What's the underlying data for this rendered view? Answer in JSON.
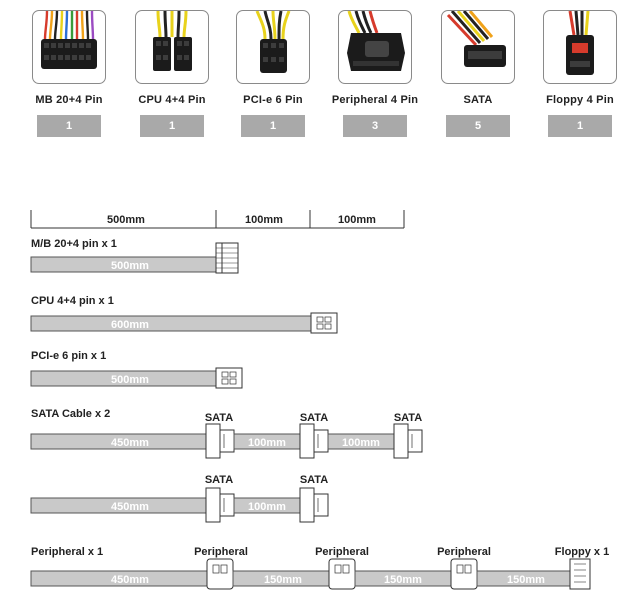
{
  "connectors": [
    {
      "label": "MB 20+4 Pin",
      "count": "1",
      "icon": "atx-24pin-connector-icon"
    },
    {
      "label": "CPU 4+4 Pin",
      "count": "1",
      "icon": "cpu-8pin-connector-icon"
    },
    {
      "label": "PCI-e 6 Pin",
      "count": "1",
      "icon": "pcie-6pin-connector-icon"
    },
    {
      "label": "Peripheral 4 Pin",
      "count": "3",
      "icon": "molex-4pin-connector-icon"
    },
    {
      "label": "SATA",
      "count": "5",
      "icon": "sata-connector-icon"
    },
    {
      "label": "Floppy 4 Pin",
      "count": "1",
      "icon": "floppy-4pin-connector-icon"
    }
  ],
  "scale": [
    "500mm",
    "100mm",
    "100mm"
  ],
  "cables": [
    {
      "title": "M/B 20+4 pin x 1",
      "segments": [
        "500mm"
      ],
      "plugs": []
    },
    {
      "title": "CPU 4+4 pin x 1",
      "segments": [
        "600mm"
      ],
      "plugs": []
    },
    {
      "title": "PCI-e 6 pin x 1",
      "segments": [
        "500mm"
      ],
      "plugs": []
    },
    {
      "title": "SATA Cable x 2",
      "segments": [
        "450mm",
        "100mm",
        "100mm"
      ],
      "plugs": [
        "SATA",
        "SATA",
        "SATA"
      ]
    },
    {
      "title": "",
      "segments": [
        "450mm",
        "100mm"
      ],
      "plugs": [
        "SATA",
        "SATA"
      ]
    },
    {
      "title": "Peripheral x 1",
      "segments": [
        "450mm",
        "150mm",
        "150mm",
        "150mm"
      ],
      "plugs": [
        "Peripheral",
        "Peripheral",
        "Peripheral"
      ],
      "end_label": "Floppy x 1"
    }
  ]
}
